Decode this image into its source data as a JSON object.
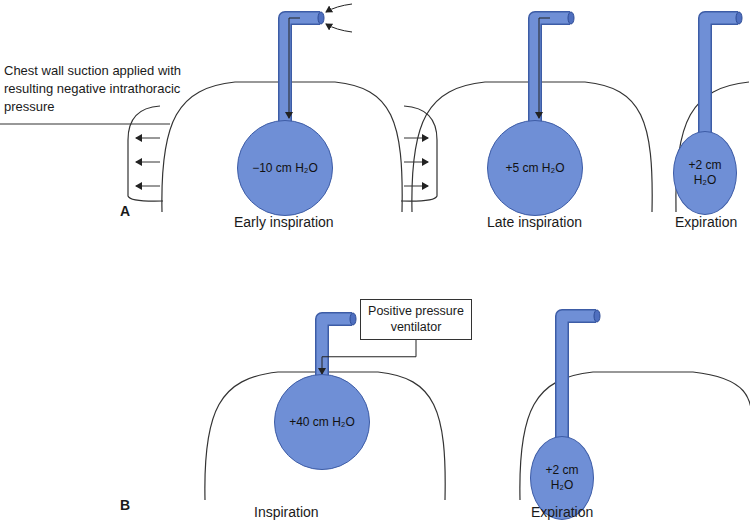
{
  "diagram": {
    "nodes": [
      {
        "text": [
          "−10 cm H₂O"
        ]
      },
      {
        "text": [
          "+5 cm H₂O"
        ]
      },
      {
        "text": [
          "+2 cm H₂O"
        ]
      },
      {
        "text": [
          "Positive pressure ventilator"
        ]
      },
      {
        "text": [
          "+40 cm H₂O"
        ]
      },
      {
        "text": [
          "+2 cm H₂O"
        ]
      }
    ],
    "edges": [
      {
        "from": 3,
        "to": 4,
        "arrow": "to"
      }
    ],
    "labels": [
      "Chest wall suction applied with resulting negative intrathoracic pressure",
      "A",
      "Early inspiration",
      "Late inspiration",
      "Expiration",
      "B",
      "Inspiration",
      "Expiration"
    ]
  }
}
